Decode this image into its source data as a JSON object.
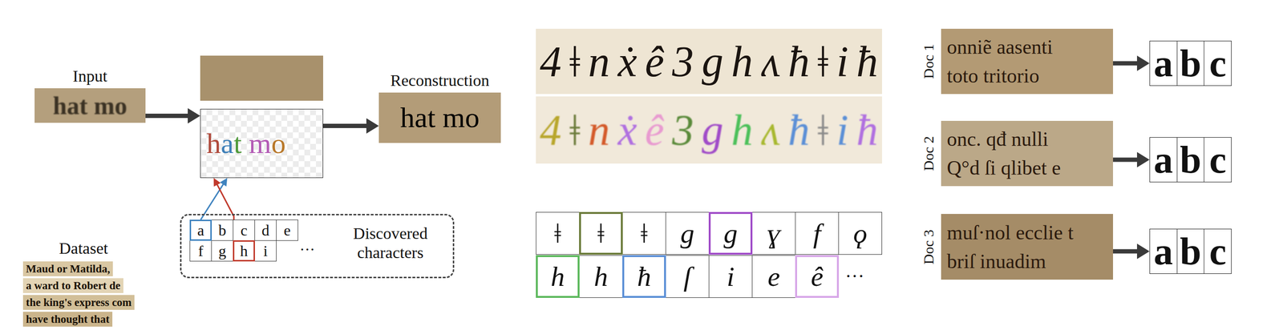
{
  "diagram": {
    "nodes": [
      {
        "text": [
          "Input",
          "hat mo"
        ]
      },
      {
        "text": [
          "hat mo"
        ]
      },
      {
        "text": [
          "Reconstruction",
          "hat mo"
        ]
      },
      {
        "text": [
          "Dataset",
          "Maud or Matilda,",
          "a ward to Robert de",
          "the king's express com",
          "have thought that"
        ]
      },
      {
        "text": [
          "Discovered characters"
        ]
      },
      {
        "text": [
          "a"
        ],
        "in": 4
      },
      {
        "text": [
          "b"
        ],
        "in": 4
      },
      {
        "text": [
          "c"
        ],
        "in": 4
      },
      {
        "text": [
          "d"
        ],
        "in": 4
      },
      {
        "text": [
          "e"
        ],
        "in": 4
      },
      {
        "text": [
          "f"
        ],
        "in": 4
      },
      {
        "text": [
          "g"
        ],
        "in": 4
      },
      {
        "text": [
          "h"
        ],
        "in": 4
      },
      {
        "text": [
          "i"
        ],
        "in": 4
      },
      {
        "text": [
          "Doc 1",
          "onniẽ aasenti",
          "toto tritorio"
        ]
      },
      {
        "text": [
          "a",
          "b",
          "c"
        ]
      },
      {
        "text": [
          "Doc 2",
          "onc. qđ nulli",
          "Q°d ſi qlibet e"
        ]
      },
      {
        "text": [
          "a",
          "b",
          "c"
        ]
      },
      {
        "text": [
          "Doc 3",
          "muſ·nol ecclie t",
          "briſ inuadim"
        ]
      },
      {
        "text": [
          "a",
          "b",
          "c"
        ]
      }
    ],
    "edges": [
      {
        "from": 0,
        "to": 1,
        "arrow": "to"
      },
      {
        "from": 1,
        "to": 2,
        "arrow": "to"
      },
      {
        "from": 5,
        "to": 1,
        "arrow": "to"
      },
      {
        "from": 12,
        "to": 1,
        "arrow": "to"
      },
      {
        "from": 14,
        "to": 15,
        "arrow": "to"
      },
      {
        "from": 16,
        "to": 17,
        "arrow": "to"
      },
      {
        "from": 18,
        "to": 19,
        "arrow": "to"
      }
    ],
    "labels": [
      "···",
      "4ǂnẋê3ghʌħǂiħ",
      "4ǂnẋê3ghʌħǂiħ",
      "ǂ",
      "ǂ",
      "ǂ",
      "g",
      "g",
      "ɣ",
      "f",
      "ϙ",
      "h",
      "h",
      "ħ",
      "ſ",
      "i",
      "e",
      "ê",
      "···"
    ]
  }
}
